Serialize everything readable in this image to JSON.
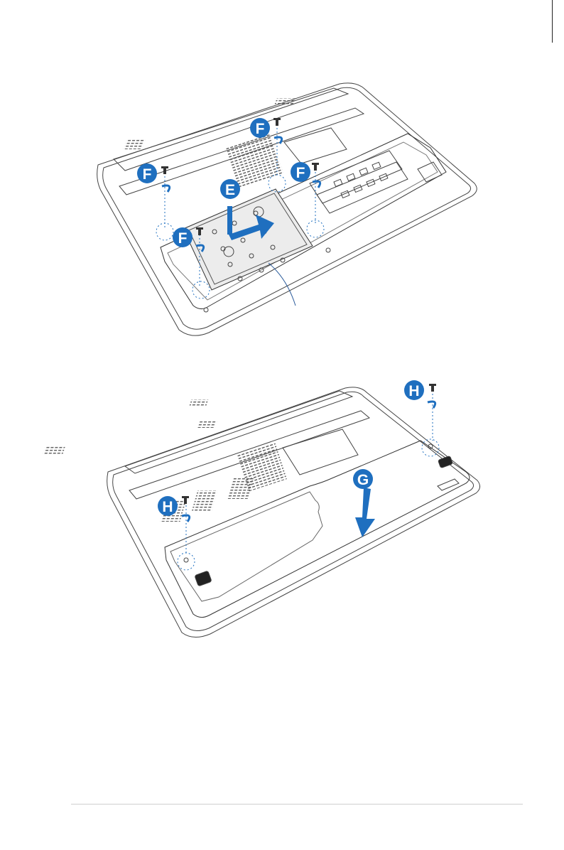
{
  "figure_top": {
    "labels": {
      "step_e": "E",
      "screw_f": "F"
    }
  },
  "figure_bottom": {
    "labels": {
      "step_g": "G",
      "screw_h": "H"
    }
  },
  "colors": {
    "accent_blue": "#1f6fbf",
    "line": "#333333",
    "dashed": "#1f6fbf"
  },
  "icons": [
    "screw-icon",
    "rotate-arrow-icon",
    "slide-arrow-icon",
    "down-arrow-icon"
  ]
}
